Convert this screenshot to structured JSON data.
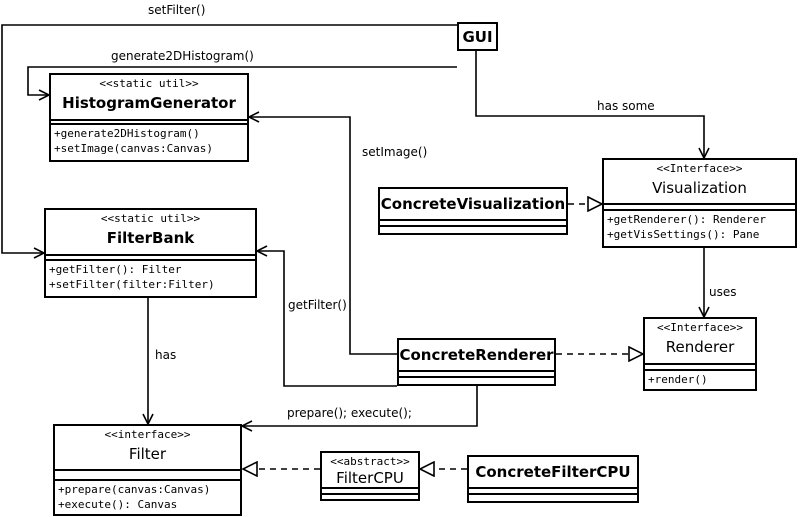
{
  "classes": {
    "gui": {
      "name": "GUI"
    },
    "histogram_generator": {
      "stereotype": "<<static util>>",
      "name": "HistogramGenerator",
      "ops": [
        "+generate2DHistogram()",
        "+setImage(canvas:Canvas)"
      ]
    },
    "filter_bank": {
      "stereotype": "<<static util>>",
      "name": "FilterBank",
      "ops": [
        "+getFilter(): Filter",
        "+setFilter(filter:Filter)"
      ]
    },
    "visualization": {
      "stereotype": "<<Interface>>",
      "name": "Visualization",
      "ops": [
        "+getRenderer(): Renderer",
        "+getVisSettings(): Pane"
      ]
    },
    "concrete_visualization": {
      "name": "ConcreteVisualization"
    },
    "renderer": {
      "stereotype": "<<Interface>>",
      "name": "Renderer",
      "ops": [
        "+render()"
      ]
    },
    "concrete_renderer": {
      "name": "ConcreteRenderer"
    },
    "filter": {
      "stereotype": "<<interface>>",
      "name": "Filter",
      "ops": [
        "+prepare(canvas:Canvas)",
        "+execute(): Canvas"
      ]
    },
    "filter_cpu": {
      "stereotype": "<<abstract>>",
      "name": "FilterCPU"
    },
    "concrete_filter_cpu": {
      "name": "ConcreteFilterCPU"
    }
  },
  "edge_labels": {
    "set_filter": "setFilter()",
    "generate_2d_histogram": "generate2DHistogram()",
    "has_some": "has some",
    "set_image": "setImage()",
    "uses": "uses",
    "get_filter": "getFilter()",
    "has": "has",
    "prepare_execute": "prepare(); execute();"
  }
}
